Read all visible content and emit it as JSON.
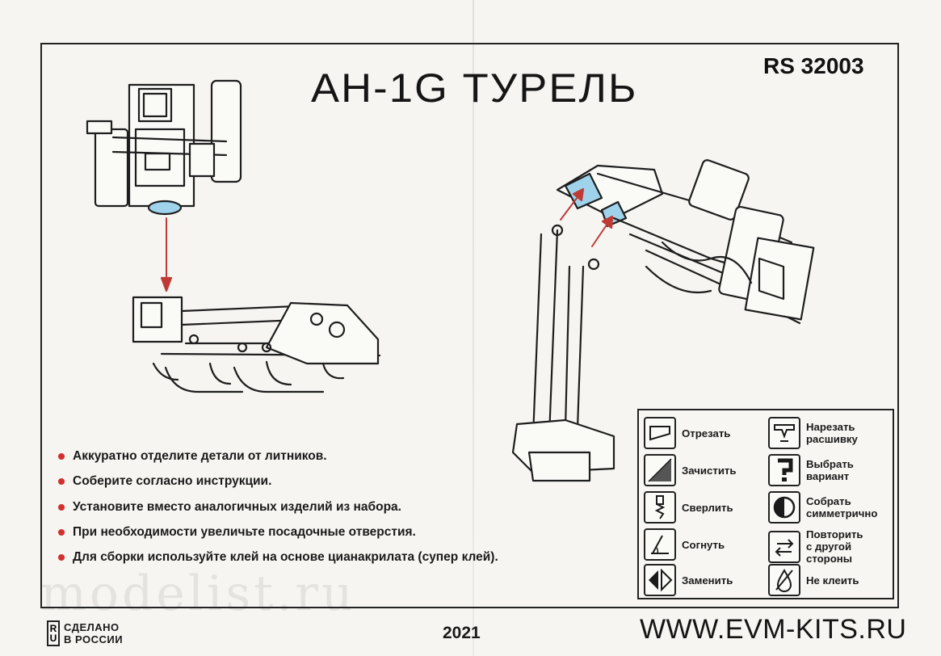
{
  "header": {
    "title": "AH-1G ТУРЕЛЬ",
    "product_code": "RS 32003"
  },
  "instructions": [
    "Аккуратно отделите детали от литников.",
    "Соберите согласно инструкции.",
    "Установите вместо аналогичных изделий из набора.",
    "При необходимости увеличьте посадочные отверстия.",
    "Для сборки используйте клей на основе цианакрилата (супер клей)."
  ],
  "legend": [
    {
      "icon": "cut-icon",
      "label": "Отрезать"
    },
    {
      "icon": "engrave-icon",
      "label": "Нарезать\nрасшивку"
    },
    {
      "icon": "sand-icon",
      "label": "Зачистить"
    },
    {
      "icon": "question-icon",
      "label": "Выбрать\nвариант"
    },
    {
      "icon": "drill-icon",
      "label": "Сверлить"
    },
    {
      "icon": "half-circle-icon",
      "label": "Собрать\nсимметрично"
    },
    {
      "icon": "bend-icon",
      "label": "Согнуть"
    },
    {
      "icon": "repeat-icon",
      "label": "Повторить\nс другой\nстороны"
    },
    {
      "icon": "replace-icon",
      "label": "Заменить"
    },
    {
      "icon": "no-glue-icon",
      "label": "Не клеить"
    }
  ],
  "footer": {
    "made_in_badge": "RU",
    "made_in_text": "СДЕЛАНО\nВ РОССИИ",
    "year": "2021",
    "website": "WWW.EVM-KITS.RU"
  },
  "watermark": "modelist.ru",
  "colors": {
    "accent_red": "#d2302d",
    "highlight_blue": "#9fd3ec",
    "ink": "#1a1a1a"
  }
}
